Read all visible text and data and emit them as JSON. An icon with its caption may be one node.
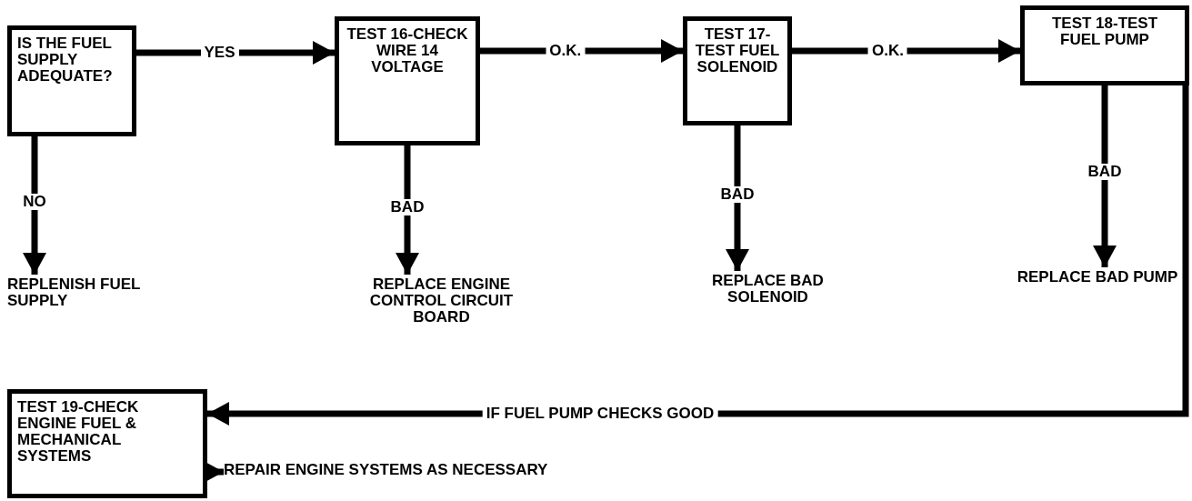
{
  "diagram": {
    "nodes": [
      {
        "text": [
          "IS THE FUEL SUPPLY ADEQUATE?"
        ]
      },
      {
        "text": [
          "TEST 16-CHECK WIRE 14 VOLTAGE"
        ]
      },
      {
        "text": [
          "TEST 17-TEST FUEL SOLENOID"
        ]
      },
      {
        "text": [
          "TEST 18-TEST FUEL PUMP"
        ]
      },
      {
        "text": [
          "REPLENISH FUEL SUPPLY"
        ]
      },
      {
        "text": [
          "REPLACE ENGINE CONTROL CIRCUIT BOARD"
        ]
      },
      {
        "text": [
          "REPLACE BAD SOLENOID"
        ]
      },
      {
        "text": [
          "REPLACE BAD PUMP"
        ]
      },
      {
        "text": [
          "TEST 19-CHECK ENGINE FUEL & MECHANICAL SYSTEMS"
        ]
      },
      {
        "text": [
          "REPAIR ENGINE SYSTEMS AS NECESSARY"
        ]
      }
    ],
    "edges": [
      {
        "from": 0,
        "to": 1,
        "arrow": "to",
        "label": "YES"
      },
      {
        "from": 1,
        "to": 2,
        "arrow": "to",
        "label": "O.K."
      },
      {
        "from": 2,
        "to": 3,
        "arrow": "to",
        "label": "O.K."
      },
      {
        "from": 0,
        "to": 4,
        "arrow": "to",
        "label": "NO"
      },
      {
        "from": 1,
        "to": 5,
        "arrow": "to",
        "label": "BAD"
      },
      {
        "from": 2,
        "to": 6,
        "arrow": "to",
        "label": "BAD"
      },
      {
        "from": 3,
        "to": 7,
        "arrow": "to",
        "label": "BAD"
      },
      {
        "from": 3,
        "to": 8,
        "arrow": "to",
        "label": "IF FUEL PUMP CHECKS GOOD"
      },
      {
        "from": 8,
        "to": 9,
        "arrow": "to"
      }
    ]
  }
}
